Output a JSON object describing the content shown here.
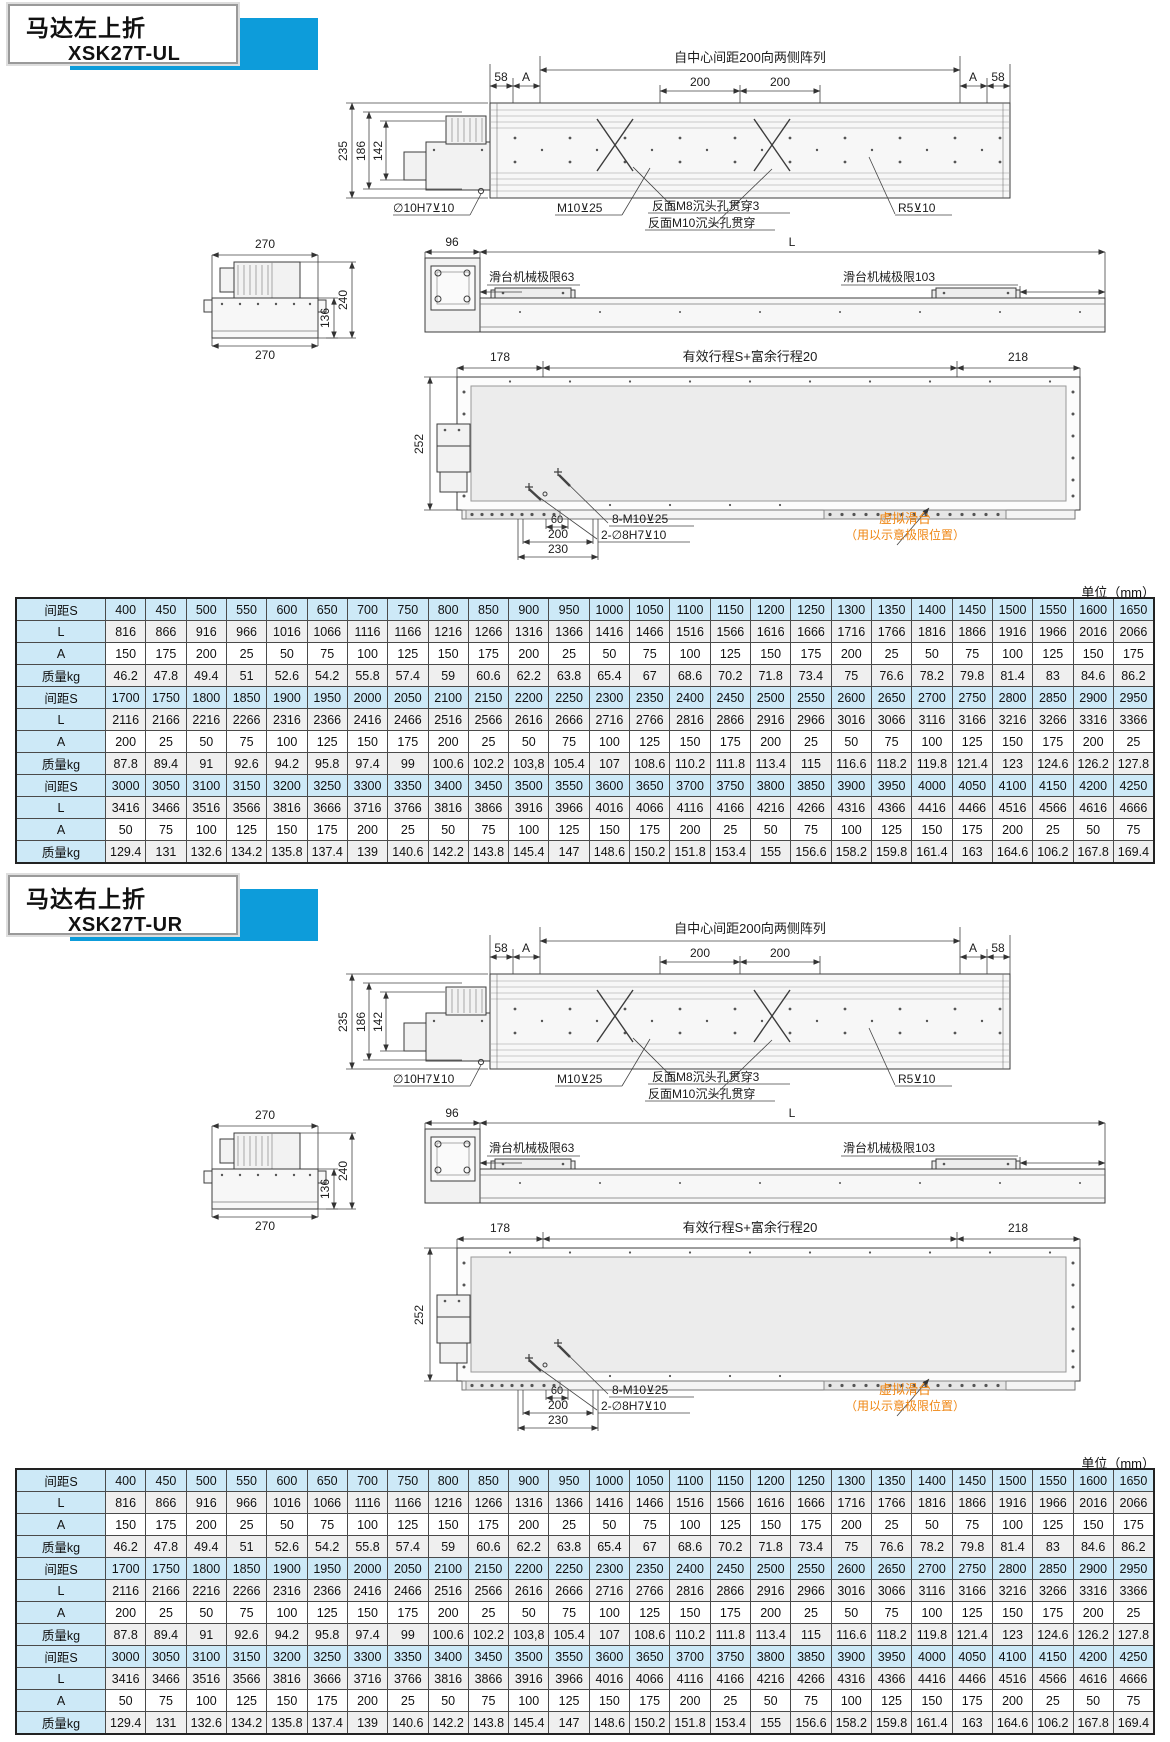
{
  "page": {
    "unit_label": "单位（mm）"
  },
  "colors": {
    "accent_blue": "#0d9cda",
    "table_blue": "#cde9f7",
    "row_gray": "#efefef",
    "orange_note": "#ef8613",
    "line": "#3c3c3c"
  },
  "sections": [
    {
      "title": "马达左上折",
      "model": "XSK27T-UL"
    },
    {
      "title": "马达右上折",
      "model": "XSK27T-UR"
    }
  ],
  "dwg": {
    "top": {
      "d58": "58",
      "dA": "A",
      "array_note": "自中心间距200向两侧阵列",
      "d200": "200",
      "d235": "235",
      "d186": "186",
      "d142": "142",
      "hole_dowel": "∅10H7⊻10",
      "hole_m10": "M10⊻25",
      "note_m8": "反面M8沉头孔贯穿3",
      "note_m10": "反面M10沉头孔贯穿",
      "r5": "R5⊻10"
    },
    "side": {
      "d270": "270",
      "d136": "136",
      "d240": "240",
      "d96": "96",
      "dL": "L",
      "limit63": "滑台机械极限63",
      "limit103": "滑台机械极限103"
    },
    "plan": {
      "d178": "178",
      "stroke_note": "有效行程S+富余行程20",
      "d218": "218",
      "d252": "252",
      "d60": "60",
      "d200": "200",
      "d230": "230",
      "m10": "8-M10⊻25",
      "h8": "2-∅8H7⊻10",
      "virtual1": "虚拟滑台",
      "virtual2": "（用以示意极限位置）"
    }
  },
  "table": {
    "row_labels": [
      "间距S",
      "L",
      "A",
      "质量kg",
      "间距S",
      "L",
      "A",
      "质量kg",
      "间距S",
      "L",
      "A",
      "质量kg"
    ],
    "rows": [
      [
        "400",
        "450",
        "500",
        "550",
        "600",
        "650",
        "700",
        "750",
        "800",
        "850",
        "900",
        "950",
        "1000",
        "1050",
        "1100",
        "1150",
        "1200",
        "1250",
        "1300",
        "1350",
        "1400",
        "1450",
        "1500",
        "1550",
        "1600",
        "1650"
      ],
      [
        "816",
        "866",
        "916",
        "966",
        "1016",
        "1066",
        "1116",
        "1166",
        "1216",
        "1266",
        "1316",
        "1366",
        "1416",
        "1466",
        "1516",
        "1566",
        "1616",
        "1666",
        "1716",
        "1766",
        "1816",
        "1866",
        "1916",
        "1966",
        "2016",
        "2066"
      ],
      [
        "150",
        "175",
        "200",
        "25",
        "50",
        "75",
        "100",
        "125",
        "150",
        "175",
        "200",
        "25",
        "50",
        "75",
        "100",
        "125",
        "150",
        "175",
        "200",
        "25",
        "50",
        "75",
        "100",
        "125",
        "150",
        "175"
      ],
      [
        "46.2",
        "47.8",
        "49.4",
        "51",
        "52.6",
        "54.2",
        "55.8",
        "57.4",
        "59",
        "60.6",
        "62.2",
        "63.8",
        "65.4",
        "67",
        "68.6",
        "70.2",
        "71.8",
        "73.4",
        "75",
        "76.6",
        "78.2",
        "79.8",
        "81.4",
        "83",
        "84.6",
        "86.2"
      ],
      [
        "1700",
        "1750",
        "1800",
        "1850",
        "1900",
        "1950",
        "2000",
        "2050",
        "2100",
        "2150",
        "2200",
        "2250",
        "2300",
        "2350",
        "2400",
        "2450",
        "2500",
        "2550",
        "2600",
        "2650",
        "2700",
        "2750",
        "2800",
        "2850",
        "2900",
        "2950"
      ],
      [
        "2116",
        "2166",
        "2216",
        "2266",
        "2316",
        "2366",
        "2416",
        "2466",
        "2516",
        "2566",
        "2616",
        "2666",
        "2716",
        "2766",
        "2816",
        "2866",
        "2916",
        "2966",
        "3016",
        "3066",
        "3116",
        "3166",
        "3216",
        "3266",
        "3316",
        "3366"
      ],
      [
        "200",
        "25",
        "50",
        "75",
        "100",
        "125",
        "150",
        "175",
        "200",
        "25",
        "50",
        "75",
        "100",
        "125",
        "150",
        "175",
        "200",
        "25",
        "50",
        "75",
        "100",
        "125",
        "150",
        "175",
        "200",
        "25"
      ],
      [
        "87.8",
        "89.4",
        "91",
        "92.6",
        "94.2",
        "95.8",
        "97.4",
        "99",
        "100.6",
        "102.2",
        "103,8",
        "105.4",
        "107",
        "108.6",
        "110.2",
        "111.8",
        "113.4",
        "115",
        "116.6",
        "118.2",
        "119.8",
        "121.4",
        "123",
        "124.6",
        "126.2",
        "127.8"
      ],
      [
        "3000",
        "3050",
        "3100",
        "3150",
        "3200",
        "3250",
        "3300",
        "3350",
        "3400",
        "3450",
        "3500",
        "3550",
        "3600",
        "3650",
        "3700",
        "3750",
        "3800",
        "3850",
        "3900",
        "3950",
        "4000",
        "4050",
        "4100",
        "4150",
        "4200",
        "4250"
      ],
      [
        "3416",
        "3466",
        "3516",
        "3566",
        "3816",
        "3666",
        "3716",
        "3766",
        "3816",
        "3866",
        "3916",
        "3966",
        "4016",
        "4066",
        "4116",
        "4166",
        "4216",
        "4266",
        "4316",
        "4366",
        "4416",
        "4466",
        "4516",
        "4566",
        "4616",
        "4666"
      ],
      [
        "50",
        "75",
        "100",
        "125",
        "150",
        "175",
        "200",
        "25",
        "50",
        "75",
        "100",
        "125",
        "150",
        "175",
        "200",
        "25",
        "50",
        "75",
        "100",
        "125",
        "150",
        "175",
        "200",
        "25",
        "50",
        "75"
      ],
      [
        "129.4",
        "131",
        "132.6",
        "134.2",
        "135.8",
        "137.4",
        "139",
        "140.6",
        "142.2",
        "143.8",
        "145.4",
        "147",
        "148.6",
        "150.2",
        "151.8",
        "153.4",
        "155",
        "156.6",
        "158.2",
        "159.8",
        "161.4",
        "163",
        "164.6",
        "106.2",
        "167.8",
        "169.4"
      ]
    ]
  }
}
